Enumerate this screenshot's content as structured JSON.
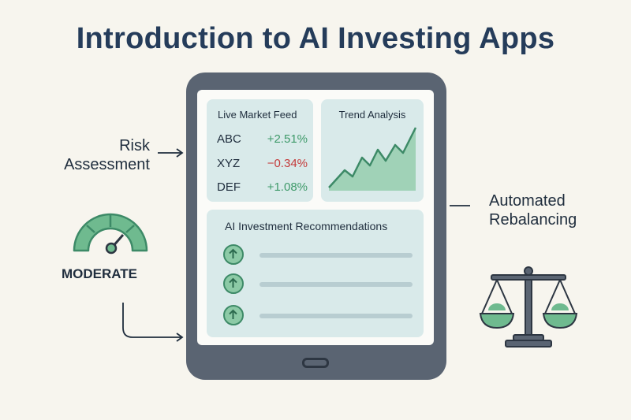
{
  "title": "Introduction to AI Investing Apps",
  "left_label": {
    "line1": "Risk",
    "line2": "Assessment"
  },
  "right_label": {
    "line1": "Automated",
    "line2": "Rebalancing"
  },
  "gauge": {
    "label": "MODERATE"
  },
  "market_feed": {
    "title": "Live Market Feed",
    "rows": [
      {
        "symbol": "ABC",
        "change": "+2.51%",
        "direction": "up"
      },
      {
        "symbol": "XYZ",
        "change": "−0.34%",
        "direction": "down"
      },
      {
        "symbol": "DEF",
        "change": "+1.08%",
        "direction": "up"
      }
    ]
  },
  "trend": {
    "title": "Trend Analysis"
  },
  "recommendations": {
    "title": "AI Investment Recommendations",
    "count": 3,
    "icon": "arrow-up-circle-icon"
  },
  "colors": {
    "accent_green": "#3f9a6a",
    "negative_red": "#c43b3b",
    "card_bg": "#d9eaea",
    "tablet": "#5a6472",
    "title": "#253c5a"
  }
}
